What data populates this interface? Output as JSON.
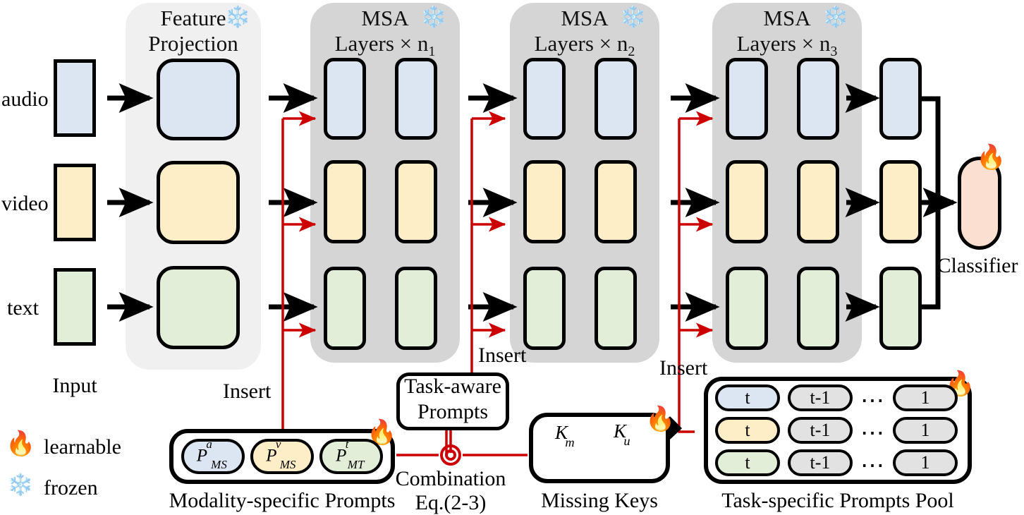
{
  "figure": {
    "type": "architecture-diagram",
    "legend": [
      {
        "icon": "flame-icon",
        "label": "learnable"
      },
      {
        "icon": "snowflake-icon",
        "label": "frozen"
      }
    ]
  },
  "modalities": [
    {
      "key": "audio",
      "label": "audio",
      "color": "#dce6f2"
    },
    {
      "key": "video",
      "label": "video",
      "color": "#fdeec8"
    },
    {
      "key": "text",
      "label": "text",
      "color": "#e3eed9"
    }
  ],
  "stages": {
    "input": {
      "caption": "Input"
    },
    "feature_projection": {
      "title_line1": "Feature",
      "title_line2": "Projection",
      "state": "frozen"
    },
    "msa1": {
      "title_line1": "MSA",
      "title_line2": "Layers × n",
      "sub": "1",
      "state": "frozen"
    },
    "msa2": {
      "title_line1": "MSA",
      "title_line2": "Layers × n",
      "sub": "2",
      "state": "frozen"
    },
    "msa3": {
      "title_line1": "MSA",
      "title_line2": "Layers × n",
      "sub": "3",
      "state": "frozen"
    },
    "classifier": {
      "caption": "Classifier",
      "state": "learnable",
      "color": "#fbe0d2"
    }
  },
  "insert_labels": [
    "Insert",
    "Insert",
    "Insert"
  ],
  "modality_specific_prompts": {
    "caption": "Modality-specific Prompts",
    "state": "learnable",
    "items": [
      {
        "base": "P",
        "sup": "a",
        "sub": "MS",
        "color": "#dce6f2"
      },
      {
        "base": "P",
        "sup": "v",
        "sub": "MS",
        "color": "#fdeec8"
      },
      {
        "base": "P",
        "sup": "t",
        "sub": "MT",
        "color": "#e3eed9"
      }
    ]
  },
  "task_aware_prompts": {
    "line1": "Task-aware",
    "line2": "Prompts"
  },
  "combination": {
    "line1": "Combination",
    "line2": "Eq.(2-3)",
    "node": "combination-operator"
  },
  "missing_keys": {
    "caption": "Missing Keys",
    "state": "learnable",
    "keys": [
      {
        "base": "K",
        "sub": "m",
        "style": "muted"
      },
      {
        "base": "K",
        "sub": "u",
        "style": "active"
      }
    ]
  },
  "task_specific_prompts_pool": {
    "caption": "Task-specific Prompts Pool",
    "state": "learnable",
    "rows": [
      {
        "modality": "audio",
        "cells": [
          "t",
          "t-1",
          "⋯",
          "1"
        ]
      },
      {
        "modality": "video",
        "cells": [
          "t",
          "t-1",
          "⋯",
          "1"
        ]
      },
      {
        "modality": "text",
        "cells": [
          "t",
          "t-1",
          "⋯",
          "1"
        ]
      }
    ]
  },
  "colors": {
    "audio": "#dce6f2",
    "video": "#fdeec8",
    "text": "#e3eed9",
    "classifier": "#fbe0d2",
    "pool_gray": "#e2e2e2",
    "panel_light": "#f0f0f0",
    "panel_dark": "#d5d5d5",
    "arrow_black": "#000000",
    "arrow_red": "#cc0000",
    "key_muted": "#bdbdbd"
  }
}
